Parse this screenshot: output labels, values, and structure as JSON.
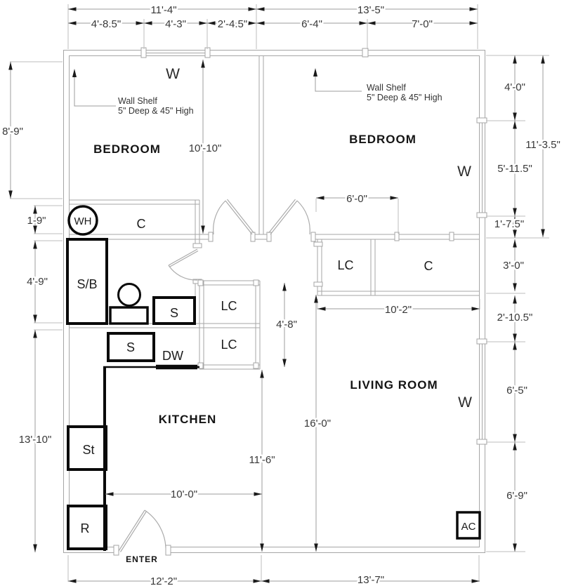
{
  "rooms": {
    "bedroom_left": "BEDROOM",
    "bedroom_right": "BEDROOM",
    "kitchen": "KITCHEN",
    "living_room": "LIVING ROOM"
  },
  "labels": {
    "window": "W",
    "water_heater": "WH",
    "closet": "C",
    "linen_closet": "LC",
    "shower_bath": "S/B",
    "sink": "S",
    "dishwasher": "DW",
    "stove": "St",
    "refrigerator": "R",
    "air_conditioner": "AC",
    "enter": "ENTER"
  },
  "annotations": {
    "wall_shelf_title": "Wall Shelf",
    "wall_shelf_detail": "5\" Deep & 45\" High"
  },
  "dimensions": {
    "top_left_total": "11'-4\"",
    "top_right_total": "13'-5\"",
    "top_seg_1": "4'-8.5\"",
    "top_seg_2": "4'-3\"",
    "top_seg_3": "2'-4.5\"",
    "top_seg_4": "6'-4\"",
    "top_seg_5": "7'-0\"",
    "left_bedroom_height": "8'-9\"",
    "left_closet": "1-9\"",
    "left_bath": "4'-9\"",
    "left_kitchen": "13'-10\"",
    "right_win_offset": "4'-0\"",
    "right_bedroom_total": "11'-3.5\"",
    "right_bedroom_window": "5'-11.5\"",
    "right_small": "1'-7.5\"",
    "right_closet": "3'-0\"",
    "right_wall_seg": "2'-10.5\"",
    "right_living_window": "6'-5\"",
    "right_living_lower": "6'-9\"",
    "bottom_left": "12'-2\"",
    "bottom_right": "13'-7\"",
    "bedroom_interior": "10'-10\"",
    "bedroom2_closet": "6'-0\"",
    "living_width": "10'-2\"",
    "hall_passage": "4'-8\"",
    "living_height": "16'-0\"",
    "kitchen_height": "11'-6\"",
    "kitchen_width": "10'-0\""
  }
}
